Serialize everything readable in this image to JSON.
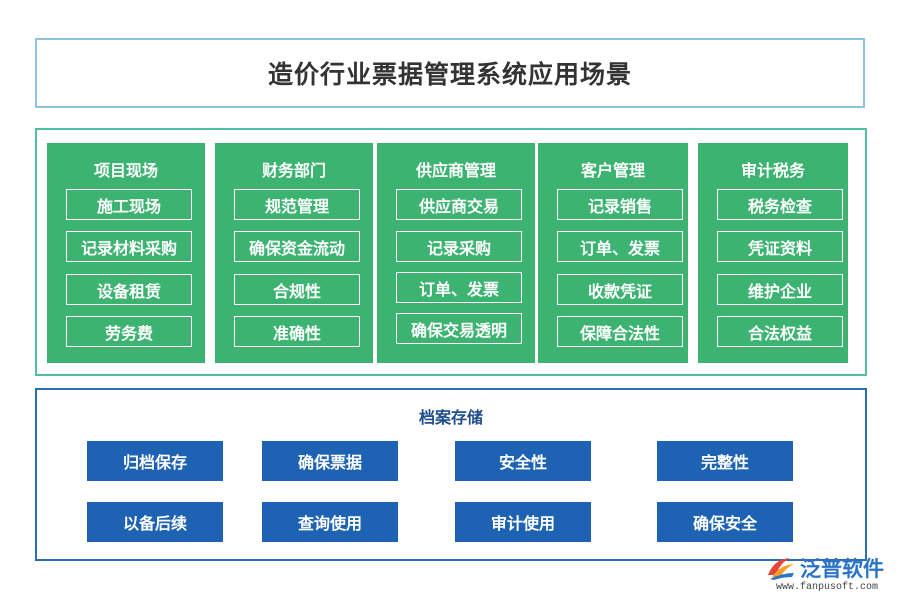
{
  "title": "造价行业票据管理系统应用场景",
  "columns": [
    {
      "title": "项目现场",
      "items": [
        "施工现场",
        "记录材料采购",
        "设备租赁",
        "劳务费"
      ]
    },
    {
      "title": "财务部门",
      "items": [
        "规范管理",
        "确保资金流动",
        "合规性",
        "准确性"
      ]
    },
    {
      "title": "供应商管理",
      "items": [
        "供应商交易",
        "记录采购",
        "订单、发票",
        "确保交易透明"
      ]
    },
    {
      "title": "客户管理",
      "items": [
        "记录销售",
        "订单、发票",
        "收款凭证",
        "保障合法性"
      ]
    },
    {
      "title": "审计税务",
      "items": [
        "税务检查",
        "凭证资料",
        "维护企业",
        "合法权益"
      ]
    }
  ],
  "archive": {
    "title": "档案存储",
    "items": [
      "归档保存",
      "确保票据",
      "安全性",
      "完整性",
      "以备后续",
      "查询使用",
      "审计使用",
      "确保安全"
    ]
  },
  "logo": {
    "name": "泛普软件",
    "url": "www.fanpusoft.com",
    "mark_colors": [
      "#e8453c",
      "#f4a12b",
      "#2a73c6"
    ]
  },
  "colors": {
    "green": "#3cb371",
    "blue": "#1e63b3",
    "title_border": "#8fc3dc"
  }
}
